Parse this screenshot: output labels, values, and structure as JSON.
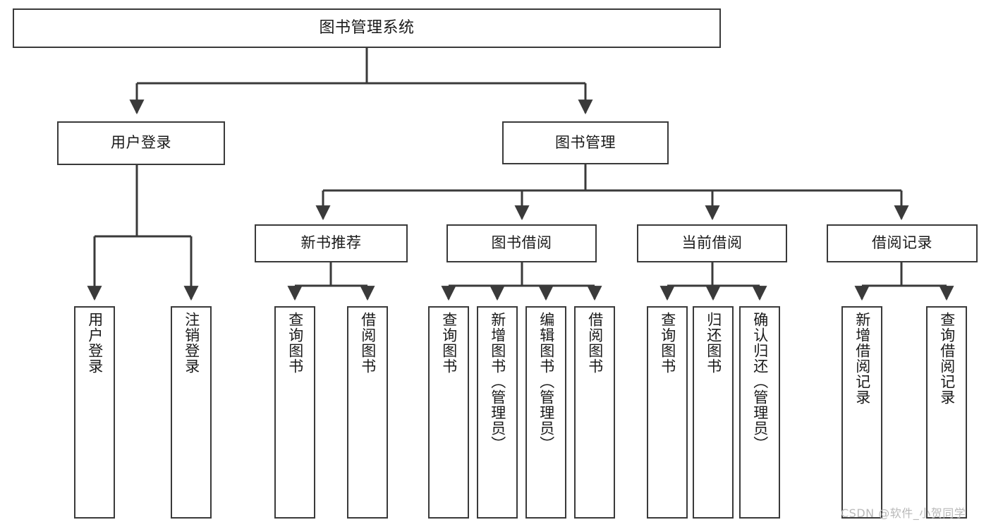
{
  "diagram": {
    "title": "图书管理系统",
    "watermark": "CSDN @软件_小贺同学",
    "stroke_color": "#3a3a3a",
    "text_color": "#1a1a1a",
    "background": "#ffffff",
    "root": {
      "id": "root",
      "label": "图书管理系统"
    },
    "level2": [
      {
        "id": "user-login",
        "label": "用户登录"
      },
      {
        "id": "book-manage",
        "label": "图书管理"
      }
    ],
    "level3": [
      {
        "id": "new-book-recommend",
        "label": "新书推荐",
        "parent": "book-manage"
      },
      {
        "id": "book-borrow",
        "label": "图书借阅",
        "parent": "book-manage"
      },
      {
        "id": "current-borrow",
        "label": "当前借阅",
        "parent": "book-manage"
      },
      {
        "id": "borrow-record",
        "label": "借阅记录",
        "parent": "book-manage"
      }
    ],
    "leaves": {
      "user-login": [
        {
          "id": "leaf-user-login",
          "label": "用户登录"
        },
        {
          "id": "leaf-user-logout",
          "label": "注销登录"
        }
      ],
      "new-book-recommend": [
        {
          "id": "leaf-query-book-1",
          "label": "查询图书"
        },
        {
          "id": "leaf-borrow-book-1",
          "label": "借阅图书"
        }
      ],
      "book-borrow": [
        {
          "id": "leaf-query-book-2",
          "label": "查询图书"
        },
        {
          "id": "leaf-add-book",
          "label": "新增图书（管理员）"
        },
        {
          "id": "leaf-edit-book",
          "label": "编辑图书（管理员）"
        },
        {
          "id": "leaf-borrow-book-2",
          "label": "借阅图书"
        }
      ],
      "current-borrow": [
        {
          "id": "leaf-query-book-3",
          "label": "查询图书"
        },
        {
          "id": "leaf-return-book",
          "label": "归还图书"
        },
        {
          "id": "leaf-confirm-return",
          "label": "确认归还（管理员）"
        }
      ],
      "borrow-record": [
        {
          "id": "leaf-add-record",
          "label": "新增借阅记录"
        },
        {
          "id": "leaf-query-record",
          "label": "查询借阅记录"
        }
      ]
    }
  }
}
